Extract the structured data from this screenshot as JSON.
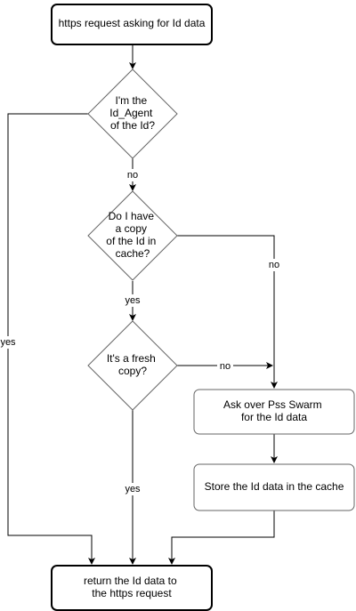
{
  "nodes": {
    "start": [
      "https request asking for Id data"
    ],
    "is_agent": [
      "I'm the",
      "Id_Agent",
      "of the Id?"
    ],
    "has_copy": [
      "Do I have",
      "a copy",
      "of the Id in",
      "cache?"
    ],
    "is_fresh": [
      "It's a fresh",
      "copy?"
    ],
    "ask_swarm": [
      "Ask over Pss Swarm",
      "for the Id data"
    ],
    "store_cache": [
      "Store the Id data in the cache"
    ],
    "return_data": [
      "return the Id data to",
      "the https request"
    ]
  },
  "edge_labels": {
    "agent_no": "no",
    "agent_yes": "yes",
    "copy_no": "no",
    "copy_yes": "yes",
    "fresh_no": "no",
    "fresh_yes": "yes"
  },
  "colors": {
    "stroke": "#000000",
    "grey_stroke": "#666666",
    "background": "#ffffff"
  }
}
